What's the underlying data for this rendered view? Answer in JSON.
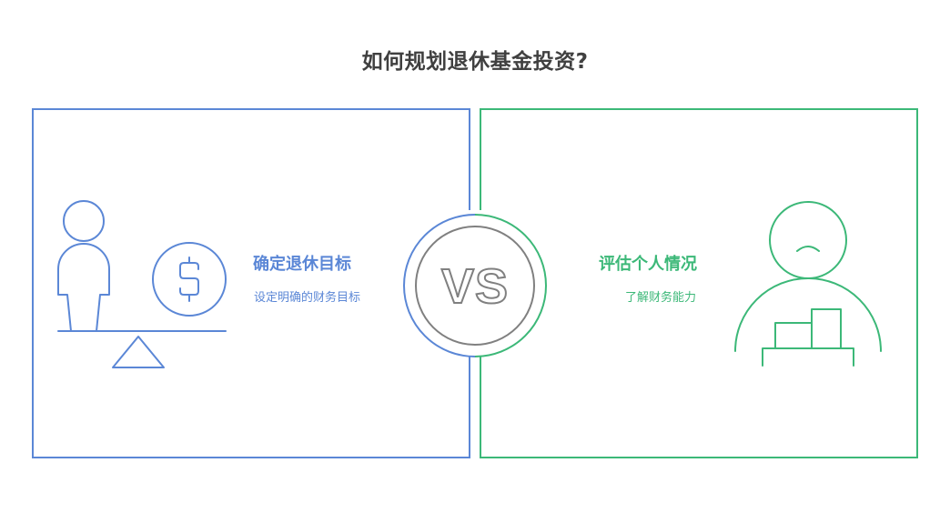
{
  "title": "如何规划退休基金投资?",
  "vs_label": "VS",
  "left": {
    "title": "确定退休目标",
    "description": "设定明确的财务目标",
    "icon": "balance-person-dollar-icon"
  },
  "right": {
    "title": "评估个人情况",
    "description": "了解财务能力",
    "icon": "person-with-bar-chart-icon"
  },
  "colors": {
    "left_accent": "#5b87d6",
    "right_accent": "#3cb878",
    "vs_gray": "#808080",
    "title": "#404040"
  }
}
